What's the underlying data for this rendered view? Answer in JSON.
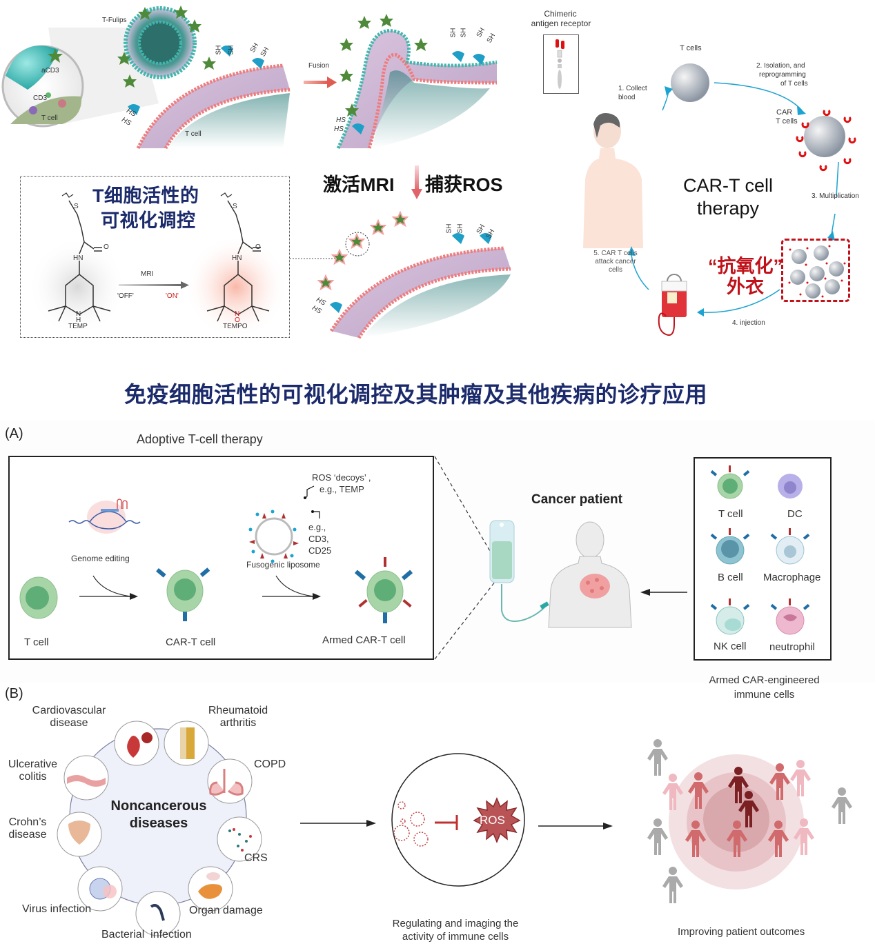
{
  "top_left": {
    "t_fulips": "T-Fulips",
    "acd3": "aCD3",
    "cd3": "CD3",
    "t_cell_inset": "T cell",
    "t_cell_membrane": "T cell",
    "fusion": "Fusion",
    "sh": "SH",
    "hs": "HS"
  },
  "chem_box": {
    "title_line1": "T细胞活性的",
    "title_line2": "可视化调控",
    "mri": "MRI",
    "off": "'OFF'",
    "on": "'ON'",
    "temp": "TEMP",
    "tempo": "TEMPO",
    "hn": "HN",
    "o": "O",
    "s": "S",
    "n": "N",
    "h": "H"
  },
  "center_caption": {
    "left": "激活MRI",
    "right": "捕获ROS"
  },
  "car_t_cycle": {
    "car_label_line1": "Chimeric",
    "car_label_line2": "antigen receptor",
    "t_cells": "T cells",
    "step1_line1": "1. Collect",
    "step1_line2": "blood",
    "step2_line1": "2. Isolation, and",
    "step2_line2": "reprogramming",
    "step2_line3": "of T cells",
    "car_t_cells_line1": "CAR",
    "car_t_cells_line2": "T cells",
    "center_line1": "CAR-T cell",
    "center_line2": "therapy",
    "step3": "3. Multiplication",
    "step4": "4. injection",
    "step5_line1": "5. CAR T cells",
    "step5_line2": "attack cancer",
    "step5_line3": "cells",
    "highlight_line1": "“抗氧化”",
    "highlight_line2": "外衣"
  },
  "main_title": "免疫细胞活性的可视化调控及其肿瘤及其他疾病的诊疗应用",
  "panel_a": {
    "label": "(A)",
    "heading": "Adoptive T-cell therapy",
    "genome_editing": "Genome editing",
    "ros_decoys_line1": "ROS ‘decoys’ ,",
    "ros_decoys_line2": "e.g., TEMP",
    "eg_line1": "e.g.,",
    "eg_line2": "CD3,",
    "eg_line3": "CD25",
    "fusogenic": "Fusogenic liposome",
    "stages": [
      "T cell",
      "CAR-T cell",
      "Armed CAR-T cell"
    ],
    "cancer_patient": "Cancer patient",
    "immune_cells": [
      "T cell",
      "DC",
      "B cell",
      "Macrophage",
      "NK cell",
      "neutrophil"
    ],
    "immune_caption_line1": "Armed CAR-engineered",
    "immune_caption_line2": "immune cells"
  },
  "panel_b": {
    "label": "(B)",
    "center_line1": "Noncancerous",
    "center_line2": "diseases",
    "diseases": [
      {
        "line1": "Cardiovascular",
        "line2": "disease"
      },
      {
        "line1": "Rheumatoid",
        "line2": "arthritis"
      },
      {
        "line1": "COPD",
        "line2": ""
      },
      {
        "line1": "CRS",
        "line2": ""
      },
      {
        "line1": "Organ damage",
        "line2": ""
      },
      {
        "line1": "Bacterial  infection",
        "line2": ""
      },
      {
        "line1": "Virus infection",
        "line2": ""
      },
      {
        "line1": "Crohn’s",
        "line2": "disease"
      },
      {
        "line1": "Ulcerative",
        "line2": "colitis"
      }
    ],
    "ros": "ROS",
    "regulating_line1": "Regulating and imaging the",
    "regulating_line2": "activity of immune cells",
    "outcomes": "Improving patient outcomes"
  },
  "colors": {
    "title_navy": "#1b2a6b",
    "highlight_red": "#c0121a",
    "arrow_blue": "#1ba3d1",
    "ros_red": "#b85456",
    "cell_green": "#a8d5a8"
  }
}
